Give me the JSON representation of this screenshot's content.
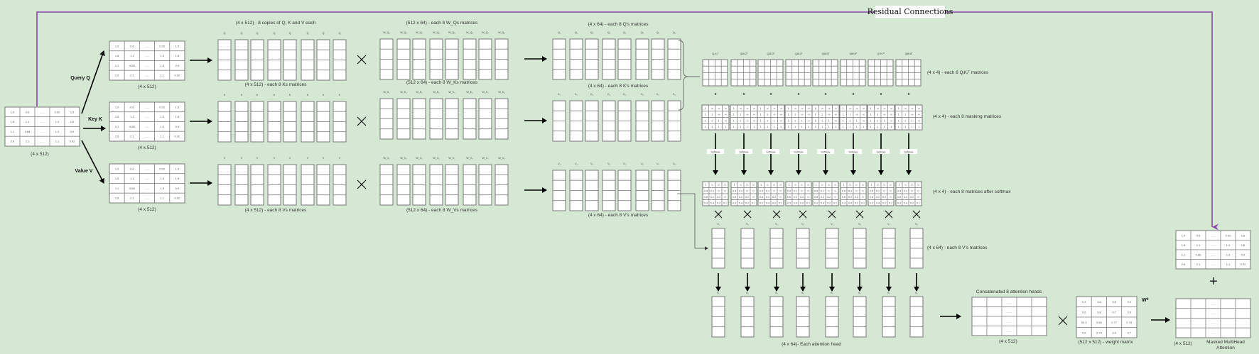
{
  "colors": {
    "background": "#d5e8d4",
    "residual": "#8e44ad",
    "cell_fill": "#ffffff",
    "cell_stroke": "#888888"
  },
  "residual_label": "Residual Connections",
  "input_matrix": {
    "label": "(4 x 512)",
    "rows": [
      [
        "1.0",
        "0.6",
        "......",
        "0.02",
        "1.5"
      ],
      [
        "1.8",
        "1.1",
        "......",
        "1.4",
        "1.8"
      ],
      [
        "1.1",
        "0.88",
        "......",
        "1.3",
        "0.9"
      ],
      [
        "2.6",
        "2.1",
        "......",
        "1.1",
        "0.02"
      ]
    ]
  },
  "branches": [
    {
      "name": "Query Q",
      "matrix_label": "(4 x 512)",
      "copies_title": "(4 x 512) - 8 copies of Q, K and V each",
      "copy_label": "Q",
      "weights_title": "(512 x 64) - each 8 W_Qs  matrices",
      "weight_labels": [
        "W_Q₁",
        "W_Q₂",
        "W_Q₃",
        "W_Q₄",
        "W_Q₅",
        "W_Q₆",
        "W_Q₇",
        "W_Q₈"
      ],
      "proj_title": "(4 x 64) - each 8 Q's  matrices",
      "proj_labels": [
        "Q₁",
        "Q₂",
        "Q₃",
        "Q₄",
        "Q₅",
        "Q₆",
        "Q₇",
        "Q₈"
      ]
    },
    {
      "name": "Key K",
      "matrix_label": "(4 x 512)",
      "copies_title": "(4 x 512) - each 8 Ks  matrices",
      "copy_label": "K",
      "weights_title": "(512 x 64) - each 8 W_Ks  matrices",
      "weight_labels": [
        "W_K₁",
        "W_K₂",
        "W_K₃",
        "W_K₄",
        "W_K₅",
        "W_K₆",
        "W_K₇",
        "W_K₈"
      ],
      "proj_title": "(4 x 64) - each 8 K's  matrices",
      "proj_labels": [
        "K₁",
        "K₂",
        "K₃",
        "K₄",
        "K₅",
        "K₆",
        "K₇",
        "K₈"
      ]
    },
    {
      "name": "Value V",
      "matrix_label": "(4 x 512)",
      "copies_title": "(4 x 512) - each 8 Vs  matrices",
      "copy_label": "V",
      "weights_title": "(512 x 64) - each 8 W_Vs  matrices",
      "weight_labels": [
        "W_V₁",
        "W_V₂",
        "W_V₃",
        "W_V₄",
        "W_V₅",
        "W_V₆",
        "W_V₇",
        "W_V₈"
      ],
      "proj_title": "(4 x 64) - each 8 V's  matrices",
      "proj_labels": [
        "V₁",
        "V₂",
        "V₃",
        "V₄",
        "V₅",
        "V₆",
        "V₇",
        "V₈"
      ]
    }
  ],
  "attention": {
    "qk_labels": [
      "Q₁K₁ᵀ",
      "Q2K2ᵀ",
      "Q3K3ᵀ",
      "Q4K4ᵀ",
      "Q5K5ᵀ",
      "Q6K6ᵀ",
      "Q7K7ᵀ",
      "Q8K8ᵀ"
    ],
    "qk_title": "(4 x 4) - each 8 QᵢKᵢᵀ  matrices",
    "operator_star": "*",
    "mask_rows": [
      [
        "1",
        "-∞",
        "-∞",
        "-∞"
      ],
      [
        "1",
        "1",
        "-∞",
        "-∞"
      ],
      [
        "1",
        "1",
        "1",
        "-∞"
      ],
      [
        "1",
        "1",
        "1",
        "1"
      ]
    ],
    "mask_title": "(4 x 4) - each 8  masking matrices",
    "softmax_label": "Softmax",
    "softmax_rows": [
      [
        "1",
        "0",
        "0",
        "0"
      ],
      [
        "0.9",
        "0.1",
        "0",
        "0"
      ],
      [
        "0.6",
        "0.2",
        "0.2",
        "0"
      ],
      [
        "0.3",
        "0.4",
        "0.2",
        "0.1"
      ]
    ],
    "softmax_title": "(4 x 4) - each 8 matrices after softmax",
    "v_labels": [
      "V₁",
      "V₂",
      "V₃",
      "V₄",
      "V₅",
      "V₆",
      "V₇",
      "V₈"
    ],
    "v_title": "(4 x 64) - each 8 V's  matrices",
    "head_labels": [
      "h₁",
      "h₂",
      "h₃",
      "h₄",
      "h₅",
      "h₆",
      "h₇",
      "h₈"
    ],
    "head_title": "(4 x 64)- Each attention head"
  },
  "concat": {
    "title": "Concatenated 8  attention heads",
    "label": "(4 x 512)",
    "rows": [
      [
        "",
        "",
        "......",
        "",
        ""
      ],
      [
        "",
        "",
        "......",
        "",
        ""
      ],
      [
        "",
        "",
        "......",
        "",
        ""
      ],
      [
        "",
        "",
        "......",
        "",
        ""
      ]
    ]
  },
  "weight": {
    "symbol": "W⁰",
    "label": "(512 x 512) - weight matrix",
    "rows": [
      [
        "0.3",
        "3.6",
        "3.8",
        "0.4"
      ],
      [
        "0.6",
        "3.8",
        "0.7",
        "0.9"
      ],
      [
        "00.3",
        "0.66",
        "0.77",
        "0.78"
      ],
      [
        "0.6",
        "0.79",
        "3.6",
        "0.7"
      ]
    ]
  },
  "output": {
    "label": "(4 x 512)",
    "title_line1": "Masked MultiHead",
    "title_line2": "Attention",
    "rows": [
      [
        "",
        "",
        "......",
        "",
        ""
      ],
      [
        "",
        "",
        "......",
        "",
        ""
      ],
      [
        "",
        "",
        "......",
        "",
        ""
      ],
      [
        "",
        "",
        "......",
        "",
        ""
      ]
    ]
  },
  "residual_matrix": {
    "rows": [
      [
        "1.0",
        "0.6",
        "......",
        "0.02",
        "1.5"
      ],
      [
        "1.8",
        "1.1",
        "......",
        "1.4",
        "1.8"
      ],
      [
        "1.1",
        "0.88",
        "......",
        "1.3",
        "0.9"
      ],
      [
        "2.6",
        "2.1",
        "......",
        "1.1",
        "0.02"
      ]
    ]
  },
  "operator_plus": "+"
}
